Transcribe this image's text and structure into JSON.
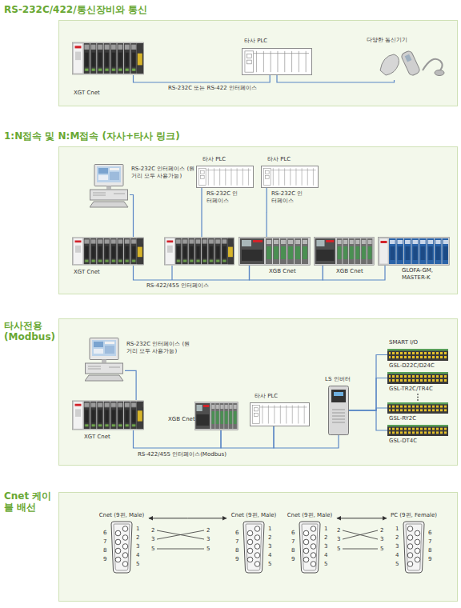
{
  "diagram": {
    "nodes": [
      {
        "text": [
          "RS-232C/422/통신장비와 통신"
        ]
      },
      {
        "text": [
          "XGT Cnet"
        ],
        "in": 0
      },
      {
        "text": [
          "타사 PLC"
        ],
        "in": 0
      },
      {
        "text": [
          "다양한 통신기기"
        ],
        "in": 0
      },
      {
        "text": [
          "1:N접속 및 N:M접속 (자사+타사 링크)"
        ]
      },
      {
        "text": [
          "RS-232C 인터페이스 (원거리 모두 사용가능)"
        ],
        "in": 4
      },
      {
        "text": [
          "타사 PLC"
        ],
        "in": 4
      },
      {
        "text": [
          "타사 PLC"
        ],
        "in": 4
      },
      {
        "text": [
          "XGT Cnet"
        ],
        "in": 4
      },
      {
        "text": [
          "XGB Cnet"
        ],
        "in": 4
      },
      {
        "text": [
          "XGB Cnet"
        ],
        "in": 4
      },
      {
        "text": [
          "GLOFA-GM, MASTER-K"
        ],
        "in": 4
      },
      {
        "text": [
          "타사전용 (Modbus)"
        ]
      },
      {
        "text": [
          "RS-232C 인터페이스 (원거리 모두 사용가능)"
        ],
        "in": 12
      },
      {
        "text": [
          "XGT Cnet"
        ],
        "in": 12
      },
      {
        "text": [
          "XGB Cnet"
        ],
        "in": 12
      },
      {
        "text": [
          "타사 PLC"
        ],
        "in": 12
      },
      {
        "text": [
          "LS 인버터"
        ],
        "in": 12
      },
      {
        "text": [
          "GSL-D22C/D24C"
        ],
        "in": 12
      },
      {
        "text": [
          "GSL-TR2C/TR4C"
        ],
        "in": 12
      },
      {
        "text": [
          "GSL-RY2C"
        ],
        "in": 12
      },
      {
        "text": [
          "GSL-DT4C"
        ],
        "in": 12
      },
      {
        "text": [
          "Cnet 케이블 배선"
        ]
      },
      {
        "text": [
          "Cnet (9핀, Male)"
        ],
        "in": 22
      },
      {
        "text": [
          "Cnet (9핀, Male)"
        ],
        "in": 22
      },
      {
        "text": [
          "Cnet (9핀, Male)"
        ],
        "in": 22
      },
      {
        "text": [
          "PC (9핀, Female)"
        ],
        "in": 22
      }
    ],
    "edges": [
      {
        "from": 1,
        "to": 2,
        "label": "RS-232C 또는 RS-422 인터페이스",
        "arrow": "none"
      },
      {
        "from": 2,
        "to": 3,
        "arrow": "none"
      },
      {
        "from": 5,
        "to": 8,
        "arrow": "none"
      },
      {
        "from": 7,
        "to": 9,
        "label": "RS-232C 인터페이스",
        "arrow": "none"
      },
      {
        "from": 8,
        "to": 9,
        "label": "RS-422/455 인터페이스",
        "arrow": "none"
      },
      {
        "from": 9,
        "to": 10,
        "arrow": "none"
      },
      {
        "from": 10,
        "to": 11,
        "arrow": "none"
      },
      {
        "from": 13,
        "to": 14,
        "arrow": "none"
      },
      {
        "from": 14,
        "to": 15,
        "label": "RS-422/455 인터페이스(Modbus)",
        "arrow": "none"
      },
      {
        "from": 15,
        "to": 16,
        "arrow": "none"
      },
      {
        "from": 16,
        "to": 17,
        "arrow": "none"
      },
      {
        "from": 17,
        "to": 18,
        "arrow": "none"
      },
      {
        "from": 17,
        "to": 19,
        "arrow": "none"
      },
      {
        "from": 17,
        "to": 20,
        "arrow": "none"
      },
      {
        "from": 17,
        "to": 21,
        "arrow": "none"
      },
      {
        "from": 23,
        "to": 24,
        "arrow": "both"
      },
      {
        "from": 25,
        "to": 26,
        "arrow": "both"
      }
    ],
    "labels": [
      "RS-232C 인터페이스",
      "SMART I/O",
      "6",
      "7",
      "8",
      "9",
      "1",
      "2",
      "3",
      "4",
      "5",
      "2",
      "3",
      "5",
      "2",
      "3",
      "5",
      "6",
      "7",
      "8",
      "9",
      "1",
      "2",
      "3",
      "4",
      "5",
      "6",
      "7",
      "8",
      "9",
      "1",
      "2",
      "3",
      "4",
      "5",
      "2",
      "3",
      "5",
      "2",
      "3",
      "5",
      "1",
      "2",
      "3",
      "4",
      "5",
      "6",
      "7",
      "8",
      "9"
    ]
  }
}
